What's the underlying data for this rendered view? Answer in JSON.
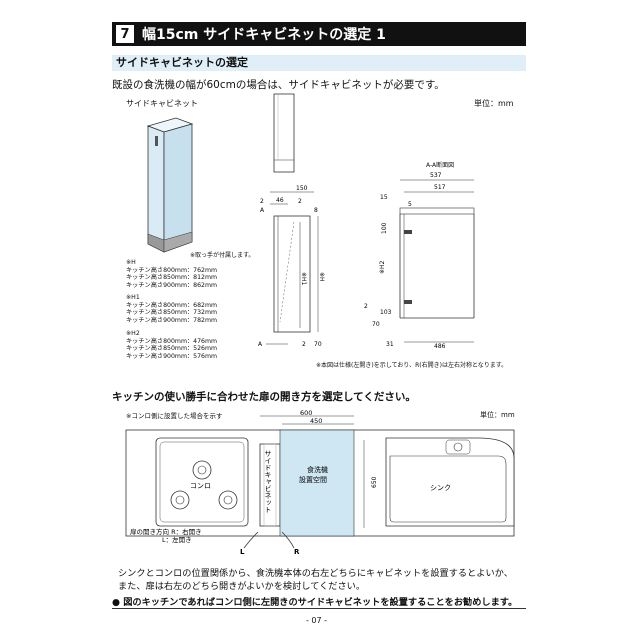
{
  "header": {
    "number": "7",
    "title": "幅15cm サイドキャビネットの選定 1"
  },
  "section1": {
    "heading": "サイドキャビネットの選定",
    "intro": "既設の食洗機の幅が60cmの場合は、サイドキャビネットが必要です。",
    "product_label": "サイドキャビネット",
    "unit": "単位：mm",
    "handle_note": "※取っ手が付属します。",
    "h_title": "※H",
    "h_lines": [
      "キッチン高さ800mm：762mm",
      "キッチン高さ850mm：812mm",
      "キッチン高さ900mm：862mm"
    ],
    "h1_title": "※H1",
    "h1_lines": [
      "キッチン高さ800mm：682mm",
      "キッチン高さ850mm：732mm",
      "キッチン高さ900mm：782mm"
    ],
    "h2_title": "※H2",
    "h2_lines": [
      "キッチン高さ800mm：476mm",
      "キッチン高さ850mm：526mm",
      "キッチン高さ900mm：576mm"
    ],
    "section_label": "A-A断面図",
    "body_note": "※本図は仕様(左開き)を示しており、R(右開き)は左右対称となります。",
    "dims": {
      "w150": "150",
      "w46": "46",
      "d2a": "2",
      "d2b": "2",
      "d2c": "2",
      "d8": "8",
      "h1": "※H1",
      "h": "※H",
      "a_top": "A",
      "a_bot": "A",
      "d70a": "70",
      "d537": "537",
      "d517": "517",
      "d15": "15",
      "d5": "5",
      "d100": "100",
      "h2": "※H2",
      "d2d": "2",
      "d103": "103",
      "d70b": "70",
      "d31": "31",
      "d486": "486"
    }
  },
  "section2": {
    "heading": "キッチンの使い勝手に合わせた扉の開き方を選定してください。",
    "note": "※コンロ側に設置した場合を示す",
    "unit": "単位：mm",
    "dim600": "600",
    "dim450": "450",
    "dim650": "650",
    "stove_label": "コンロ",
    "side_cabinet_vertical": "サイドキャビネット",
    "dishwasher_label_1": "食洗機",
    "dishwasher_label_2": "設置空間",
    "sink_label": "シンク",
    "door_dir_label": "扉の開き方向 R：右開き",
    "door_dir_label2": "L：左開き",
    "arrow_l": "L",
    "arrow_r": "R"
  },
  "footer": {
    "para1": "シンクとコンロの位置関係から、食洗機本体の右左どちらにキャビネットを設置するとよいか、",
    "para2": "また、扉は右左のどちら開きがよいかを検討してください。",
    "bullet": "● 図のキッチンであればコンロ側に左開きのサイドキャビネットを設置することをお勧めします。",
    "page": "- 07 -"
  },
  "colors": {
    "accent": "#dfeef7",
    "cabinet": "#d9ecf6",
    "black": "#111111"
  }
}
